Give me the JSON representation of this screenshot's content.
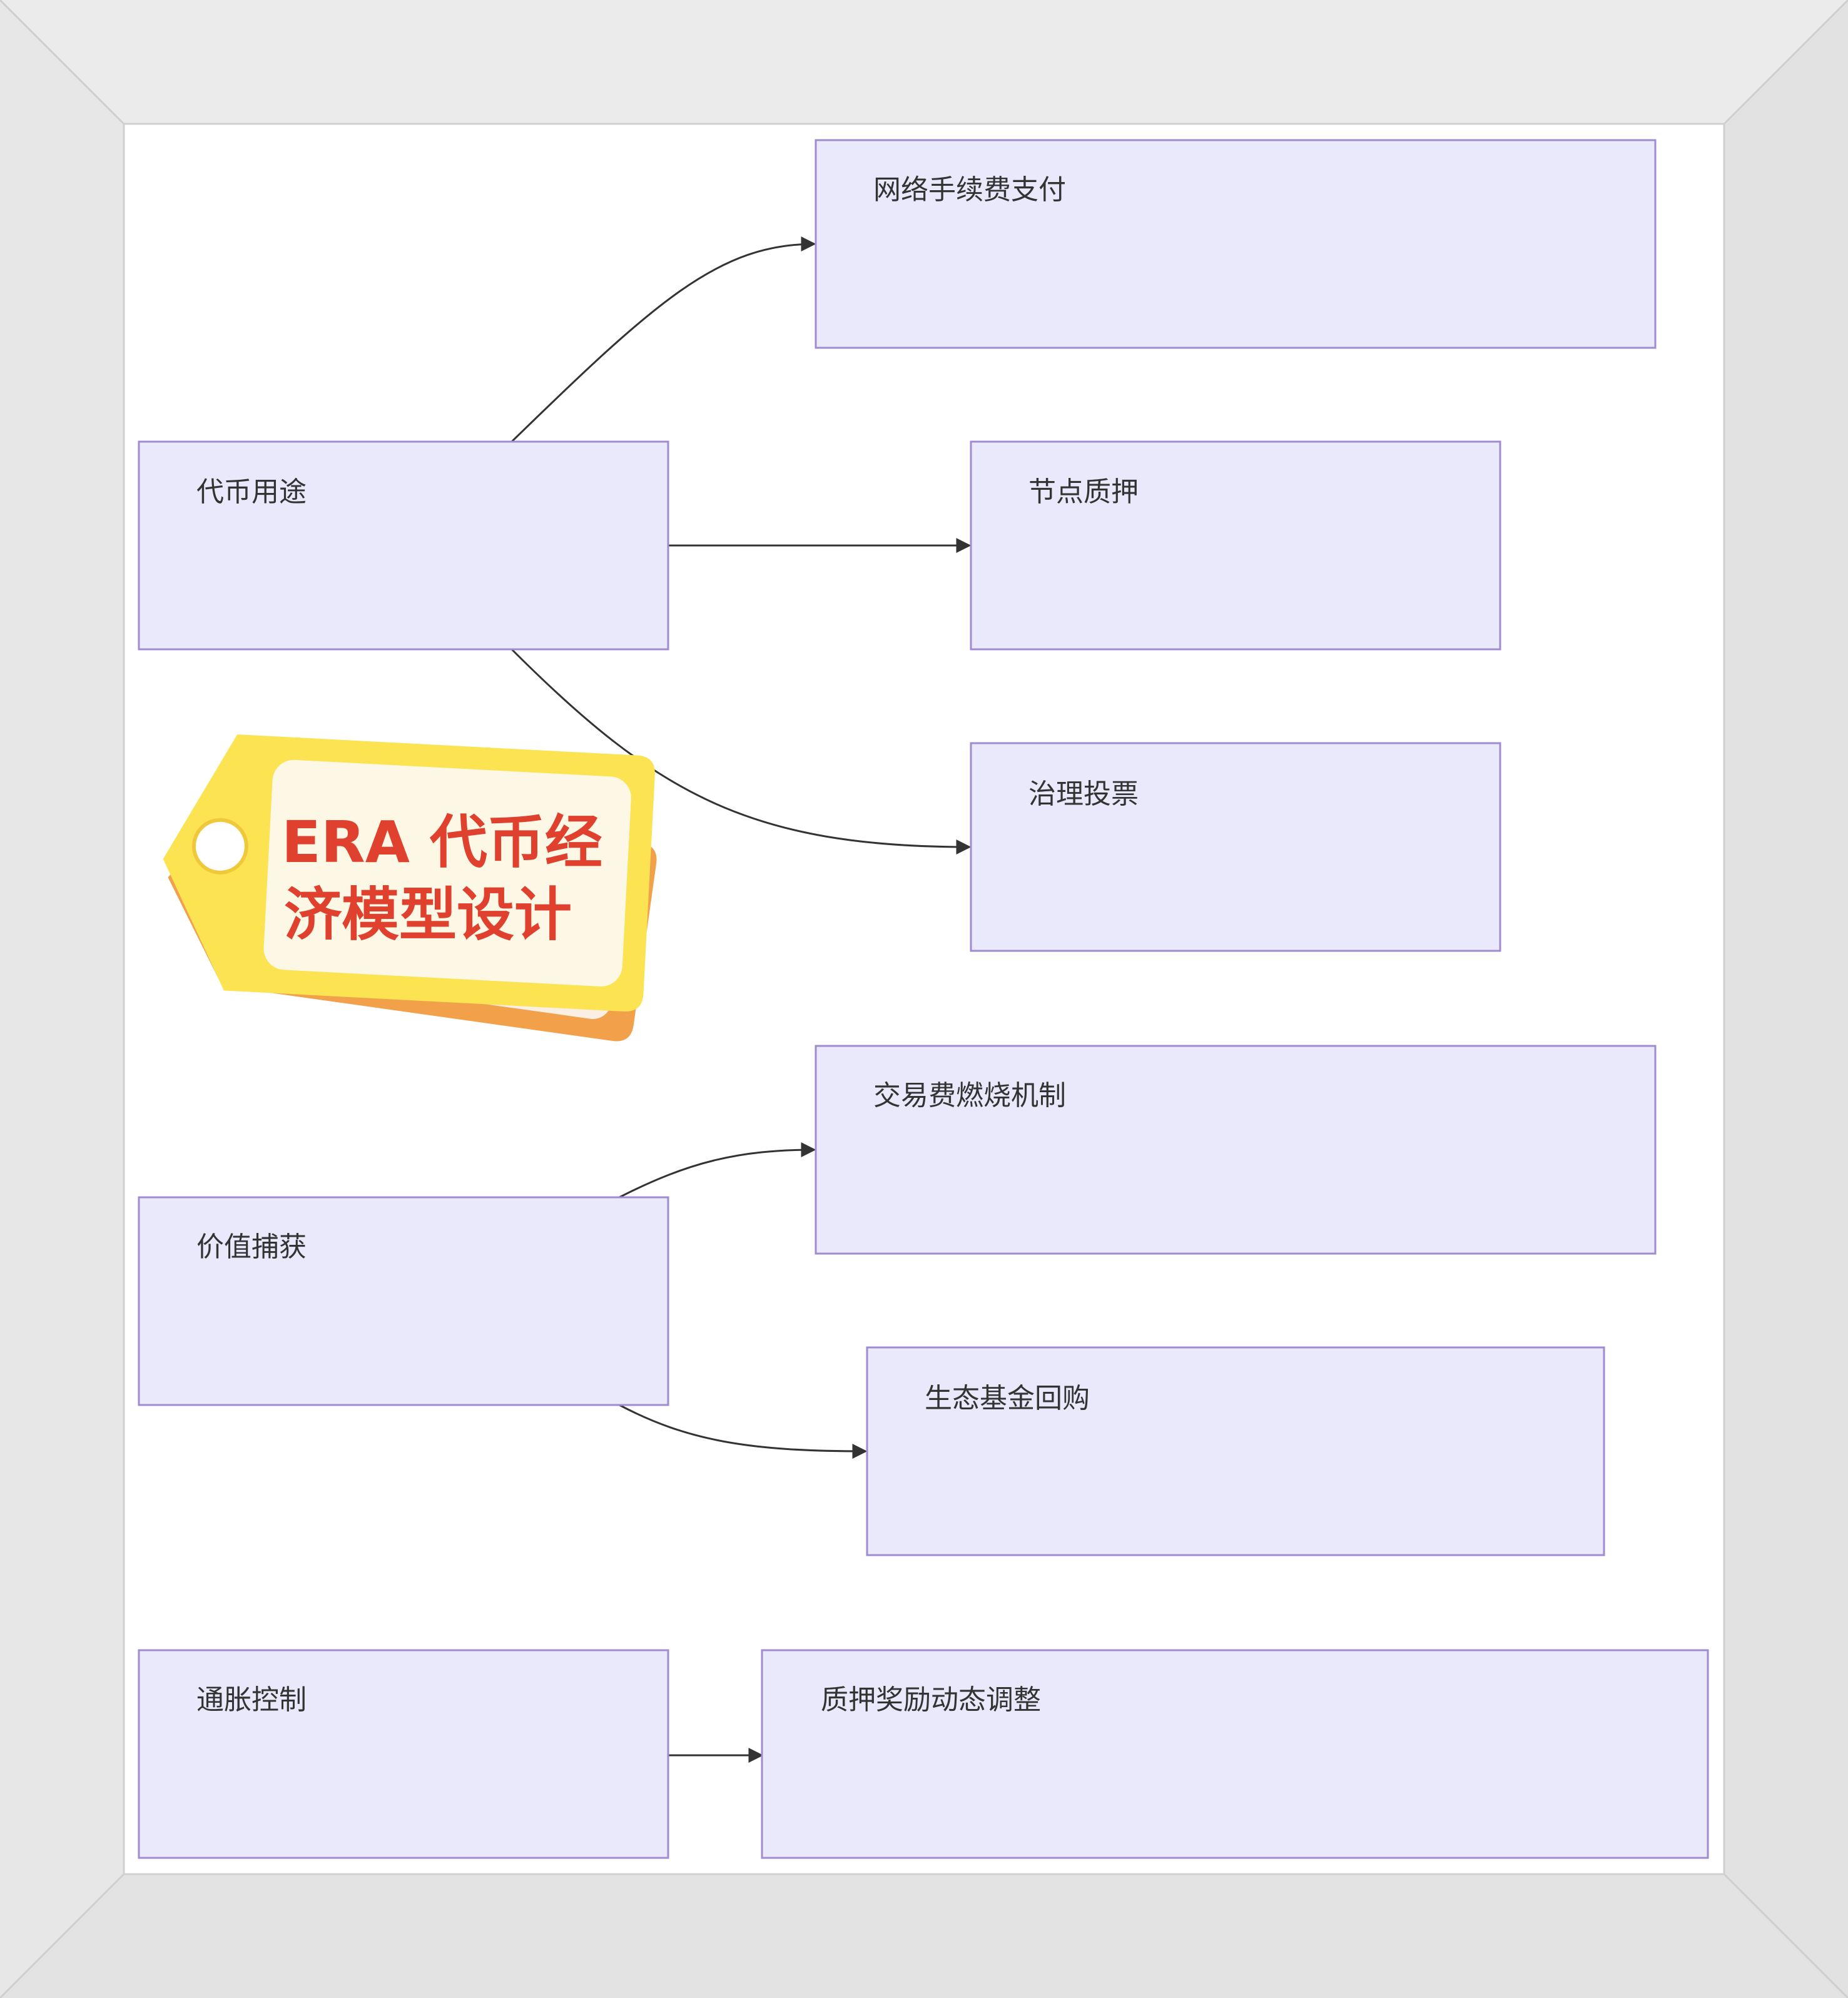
{
  "tag": {
    "title_line1": "ERA 代币经",
    "title_line2": "济模型设计"
  },
  "nodes": {
    "token_use": "代币用途",
    "network_fee": "网络手续费支付",
    "node_staking": "节点质押",
    "governance_vote": "治理投票",
    "value_capture": "价值捕获",
    "fee_burn": "交易费燃烧机制",
    "ecosystem_buyback": "生态基金回购",
    "inflation_control": "通胀控制",
    "staking_reward_adjust": "质押奖励动态调整"
  },
  "edges": [
    {
      "from": "token_use",
      "to": "network_fee"
    },
    {
      "from": "token_use",
      "to": "node_staking"
    },
    {
      "from": "token_use",
      "to": "governance_vote"
    },
    {
      "from": "value_capture",
      "to": "fee_burn"
    },
    {
      "from": "value_capture",
      "to": "ecosystem_buyback"
    },
    {
      "from": "inflation_control",
      "to": "staking_reward_adjust"
    }
  ],
  "colors": {
    "frame": "#e6e6e6",
    "node_fill": "#e9e9fb",
    "node_stroke": "#a08bd0",
    "edge": "#333333",
    "tag_yellow": "#fbe352",
    "tag_orange": "#f2a04a",
    "tag_text": "#e0412f"
  }
}
